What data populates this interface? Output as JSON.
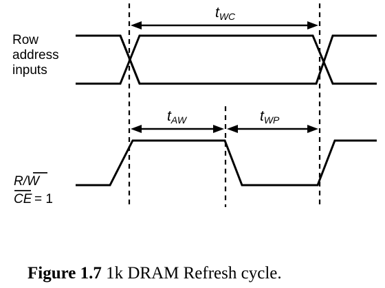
{
  "labels": {
    "row_address_line1": "Row",
    "row_address_line2": "address",
    "row_address_line3": "inputs",
    "rw_r": "R",
    "rw_slash": "/",
    "rw_w": "W",
    "ce": "CE",
    "ce_value": "= 1"
  },
  "timing": {
    "twc_main": "t",
    "twc_sub": "WC",
    "taw_main": "t",
    "taw_sub": "AW",
    "twp_main": "t",
    "twp_sub": "WP"
  },
  "caption": {
    "figure": "Figure 1.7",
    "text": " 1k DRAM Refresh cycle."
  }
}
